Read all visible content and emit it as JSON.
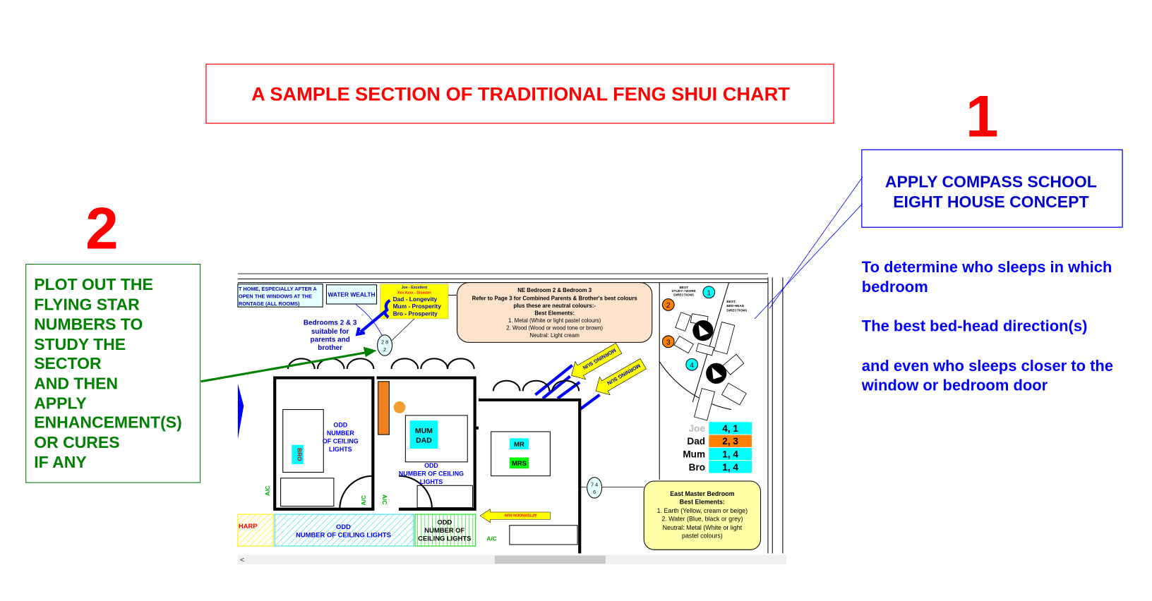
{
  "title": "A SAMPLE SECTION OF TRADITIONAL FENG SHUI CHART",
  "step1": {
    "number": "1",
    "box_lines": [
      "APPLY COMPASS SCHOOL",
      "EIGHT HOUSE CONCEPT"
    ],
    "notes": [
      "To determine who sleeps in which",
      "bedroom",
      "The best bed-head direction(s)",
      "and even who sleeps closer to the",
      "window or bedroom door"
    ]
  },
  "step2": {
    "number": "2",
    "box_lines": [
      "PLOT OUT THE",
      "FLYING STAR",
      "NUMBERS TO",
      "STUDY THE",
      "SECTOR",
      "AND THEN",
      "APPLY",
      "ENHANCEMENT(S)",
      "OR CURES",
      "IF ANY"
    ]
  },
  "plan": {
    "note_box": [
      "T HOME, ESPECIALLY AFTER A",
      "OPEN THE WINDOWS AT THE",
      "RONTAGE (ALL ROOMS)"
    ],
    "water_wealth": "WATER WEALTH",
    "yellow_box": [
      "Joe - Excellent",
      "Xxx Xxxx - Disaster",
      "Dad - Longevity",
      "Mum - Prosperity",
      "Bro - Prosperity"
    ],
    "bedrooms_note": [
      "Bedrooms 2 & 3",
      "suitable for",
      "parents and",
      "brother"
    ],
    "star_bubble_1": [
      "2  8",
      "2"
    ],
    "star_bubble_2": [
      "7  4",
      "6"
    ],
    "ne_box": [
      "NE Bedroom 2 & Bedroom 3",
      "Refer to Page 3 for Combined Parents & Brother's best colours",
      "plus these are neutral colours:-",
      "Best Elements:",
      "1. Metal (White or light pastel colours)",
      "2. Wood (Wood or wood tone or brown)",
      "Neutral: Light cream"
    ],
    "morning_sun": "MORNING SUN",
    "afternoon_sun": "AFTERNOON SUN",
    "compass": {
      "study_label": [
        "BEST",
        "STUDY / WORK",
        "DIRECTIONS"
      ],
      "bed_label": [
        "BEST",
        "BED-HEAD",
        "DIRECTIONS"
      ],
      "numbers": [
        "1",
        "2",
        "3",
        "4"
      ]
    },
    "directions_table": [
      {
        "name": "Joe",
        "value": "4, 1",
        "color": "#00ffff"
      },
      {
        "name": "Dad",
        "value": "2, 3",
        "color": "#ff8000"
      },
      {
        "name": "Mum",
        "value": "1, 4",
        "color": "#00ffff"
      },
      {
        "name": "Bro",
        "value": "1, 4",
        "color": "#00ffff"
      }
    ],
    "odd_lights_1": [
      "ODD",
      "NUMBER",
      "OF CEILING",
      "LIGHTS"
    ],
    "odd_lights_2": [
      "ODD",
      "NUMBER OF CEILING",
      "LIGHTS"
    ],
    "odd_lights_3": [
      "ODD",
      "NUMBER OF CEILING LIGHTS"
    ],
    "odd_lights_4": [
      "ODD",
      "NUMBER OF",
      "CEILING LIGHTS"
    ],
    "bro_label": "BRO",
    "mum_dad_label": [
      "MUM",
      "DAD"
    ],
    "mr_label": "MR",
    "mrs_label": "MRS",
    "ac_label": "A/C",
    "sharp_label": "HARP",
    "east_box": [
      "East Master Bedroom",
      "Best Elements:",
      "1. Earth (Yellow, cream or beige)",
      "2. Water (Blue, black or grey)",
      "Neutral: Metal (White or light",
      "pastel colours)"
    ],
    "scroll_left": "<"
  },
  "colors": {
    "red": "#ff0000",
    "blue": "#0000ff",
    "green": "#008000"
  }
}
